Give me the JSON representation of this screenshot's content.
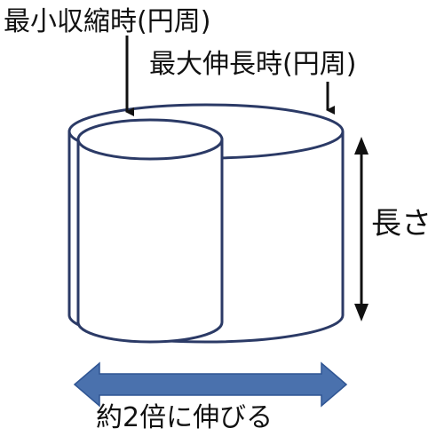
{
  "labels": {
    "min_contracted": "最小収縮時(円周)",
    "max_extended": "最大伸長時(円周)",
    "length": "長さ",
    "stretch_ratio": "約2倍に伸びる"
  },
  "colors": {
    "cylinder_stroke": "#2b3a66",
    "pointer_arrow": "#111111",
    "stretch_arrow": "#4a71ad",
    "text": "#111111"
  }
}
